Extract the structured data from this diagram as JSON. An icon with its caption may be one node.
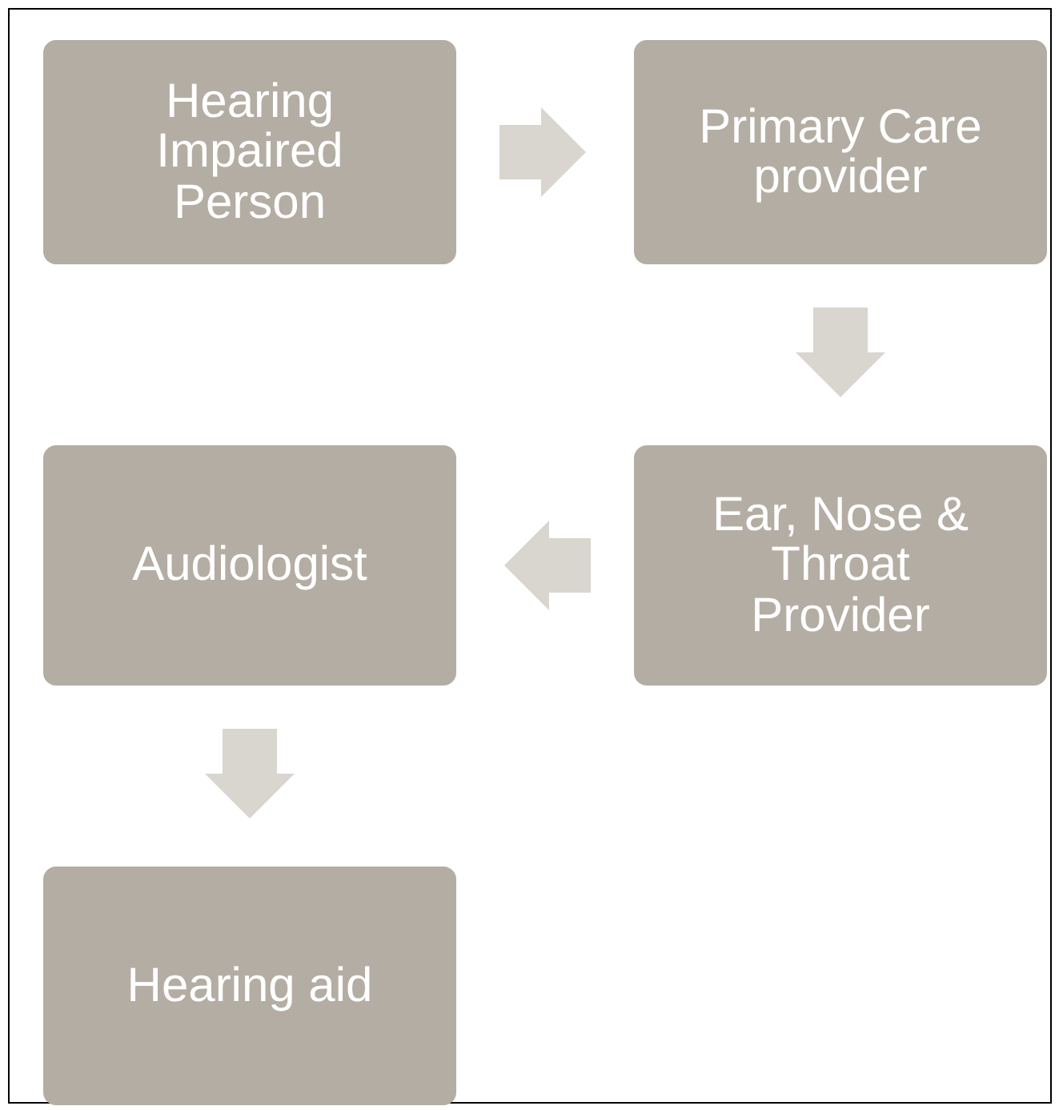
{
  "diagram": {
    "nodes": [
      {
        "text": [
          "Hearing Impaired Person"
        ]
      },
      {
        "text": [
          "Primary Care provider"
        ]
      },
      {
        "text": [
          "Ear, Nose & Throat Provider"
        ]
      },
      {
        "text": [
          "Audiologist"
        ]
      },
      {
        "text": [
          "Hearing aid"
        ]
      }
    ],
    "edges": [
      {
        "from": 0,
        "to": 1,
        "arrow": "to"
      },
      {
        "from": 1,
        "to": 2,
        "arrow": "to"
      },
      {
        "from": 2,
        "to": 3,
        "arrow": "to"
      },
      {
        "from": 3,
        "to": 4,
        "arrow": "to"
      }
    ]
  }
}
